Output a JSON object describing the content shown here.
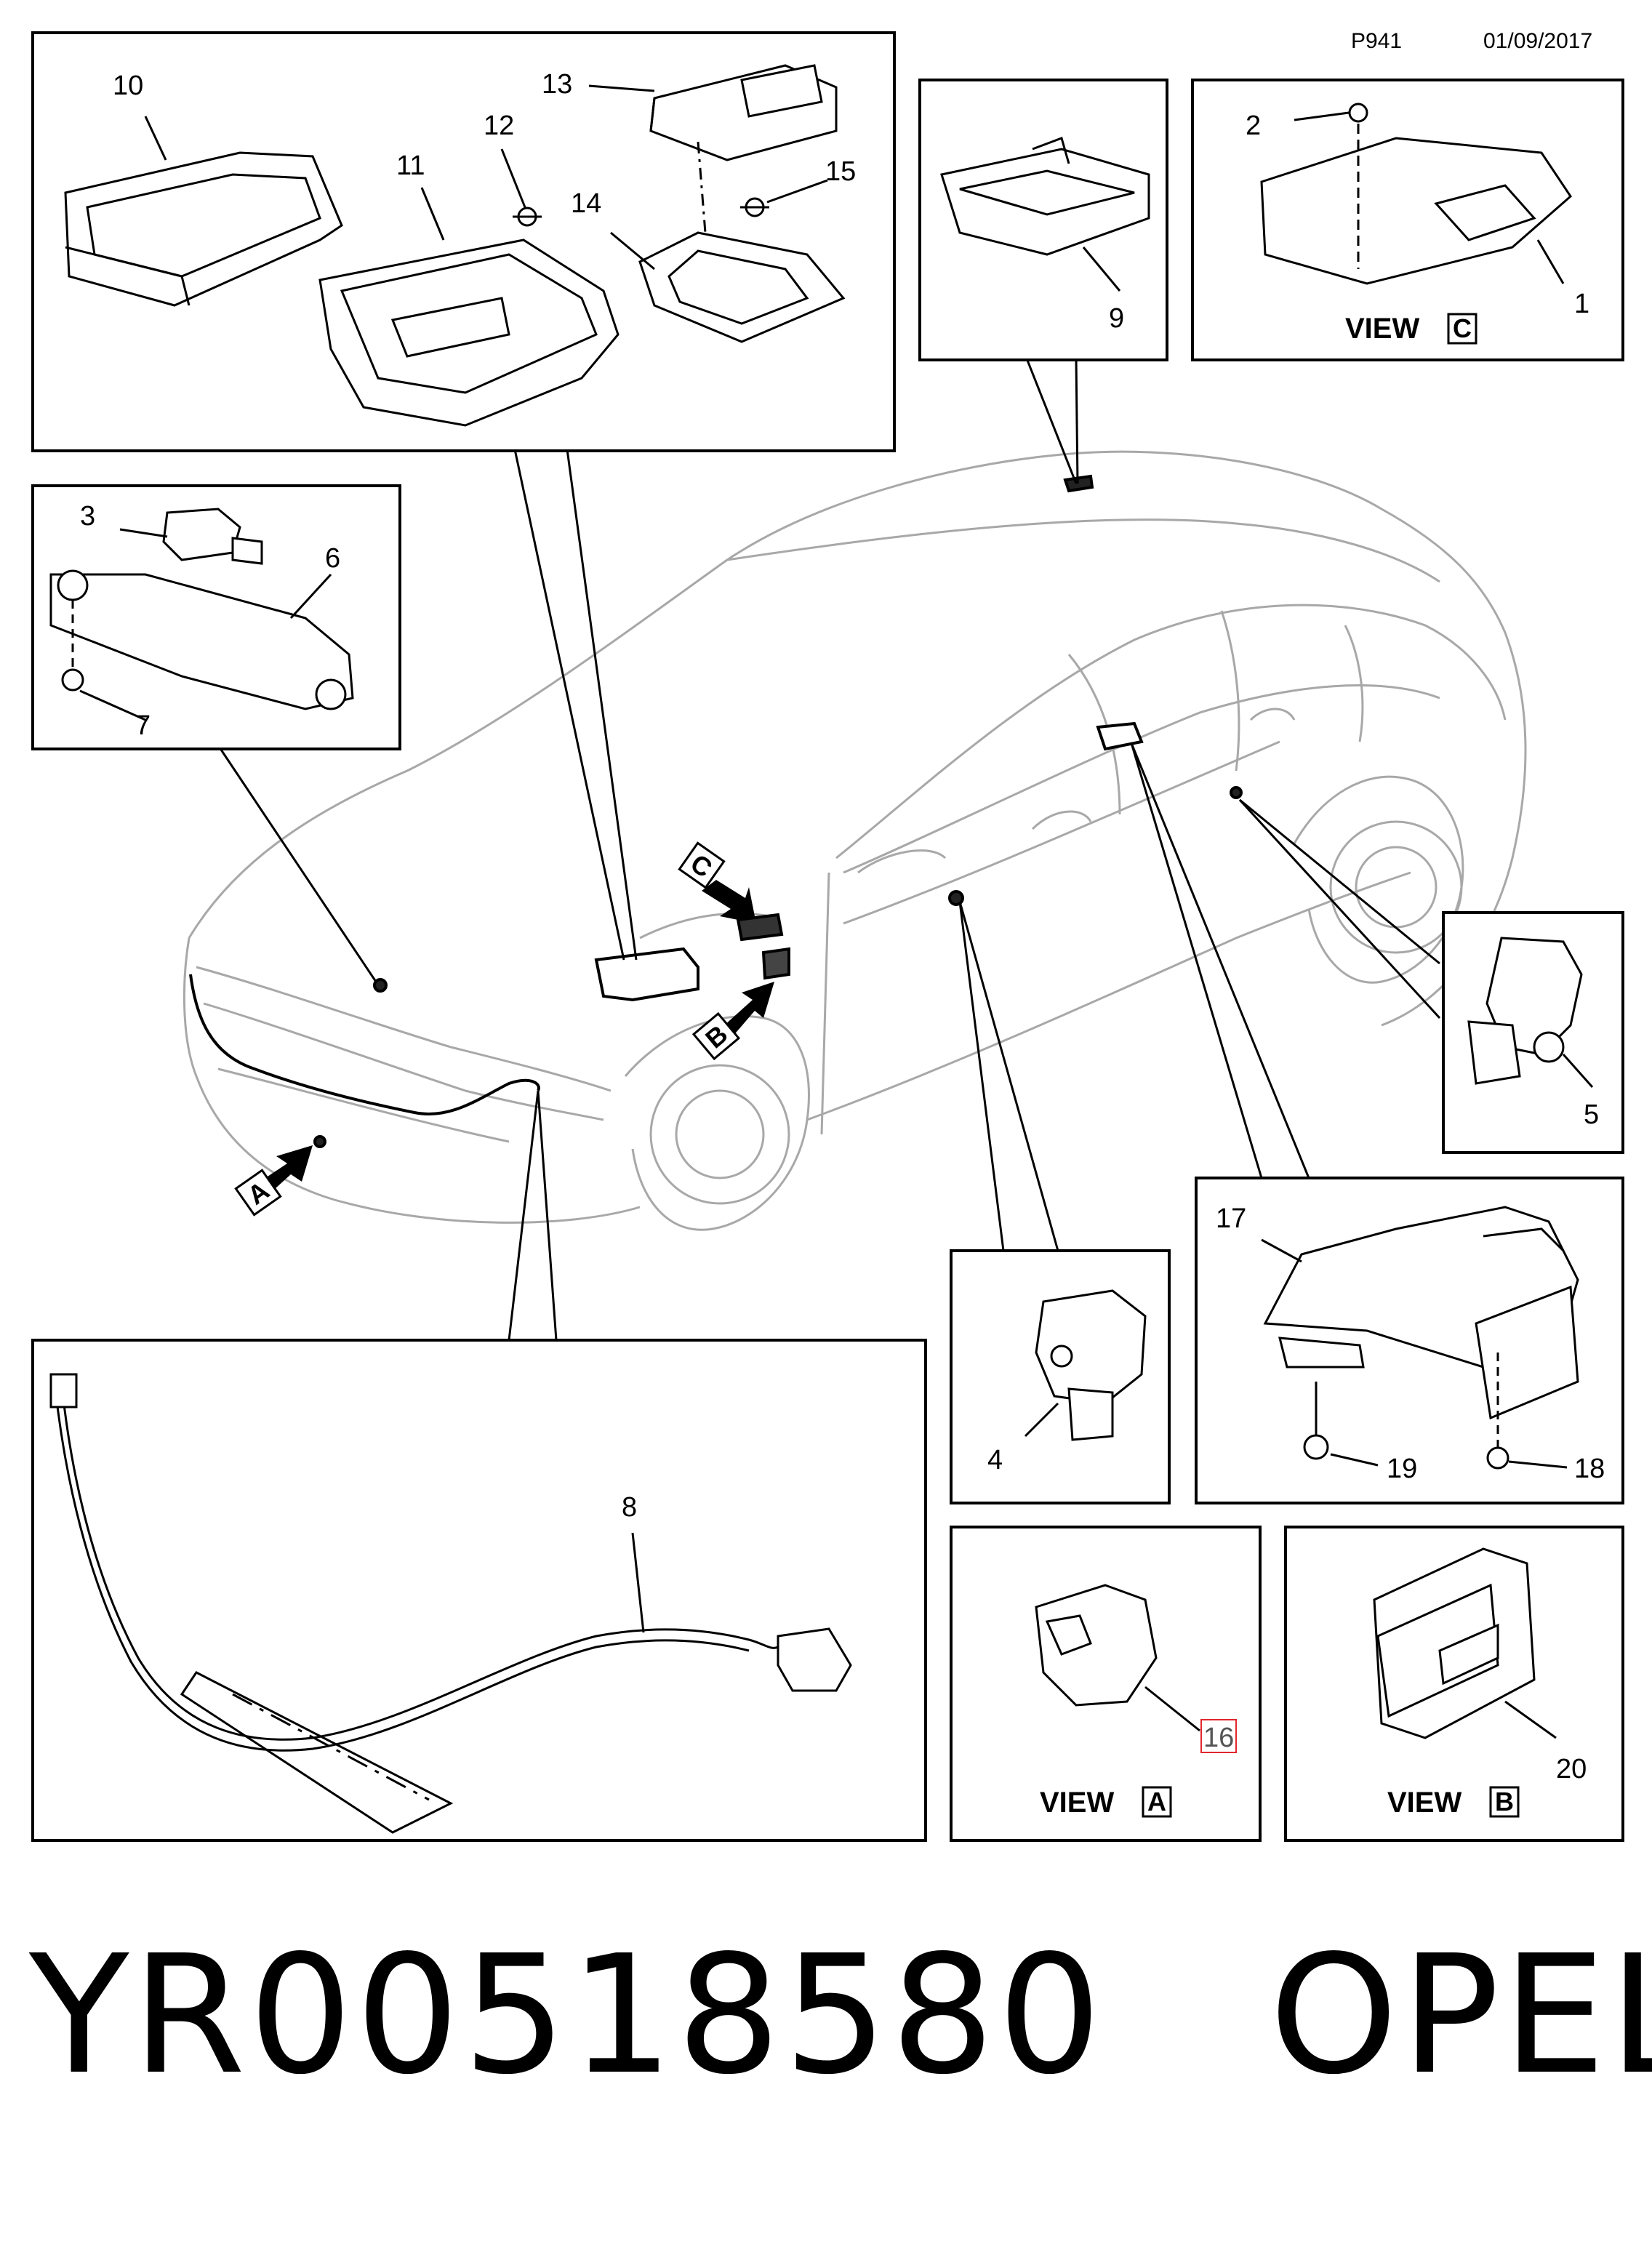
{
  "header": {
    "code": "P941",
    "date": "01/09/2017"
  },
  "callouts": {
    "c1": "1",
    "c2": "2",
    "c3": "3",
    "c4": "4",
    "c5": "5",
    "c6": "6",
    "c7": "7",
    "c8": "8",
    "c9": "9",
    "c10": "10",
    "c11": "11",
    "c12": "12",
    "c13": "13",
    "c14": "14",
    "c15": "15",
    "c16": "16",
    "c17": "17",
    "c18": "18",
    "c19": "19",
    "c20": "20"
  },
  "views": {
    "view_word": "VIEW",
    "a": "A",
    "b": "B",
    "c": "C"
  },
  "arrows": {
    "a": "A",
    "b": "B",
    "c": "C"
  },
  "footer": {
    "part_number": "YR00518580",
    "brand": "OPEL"
  },
  "colors": {
    "line": "#000000",
    "light_line": "#9a9a9a",
    "highlight_box": "#e3262d"
  }
}
